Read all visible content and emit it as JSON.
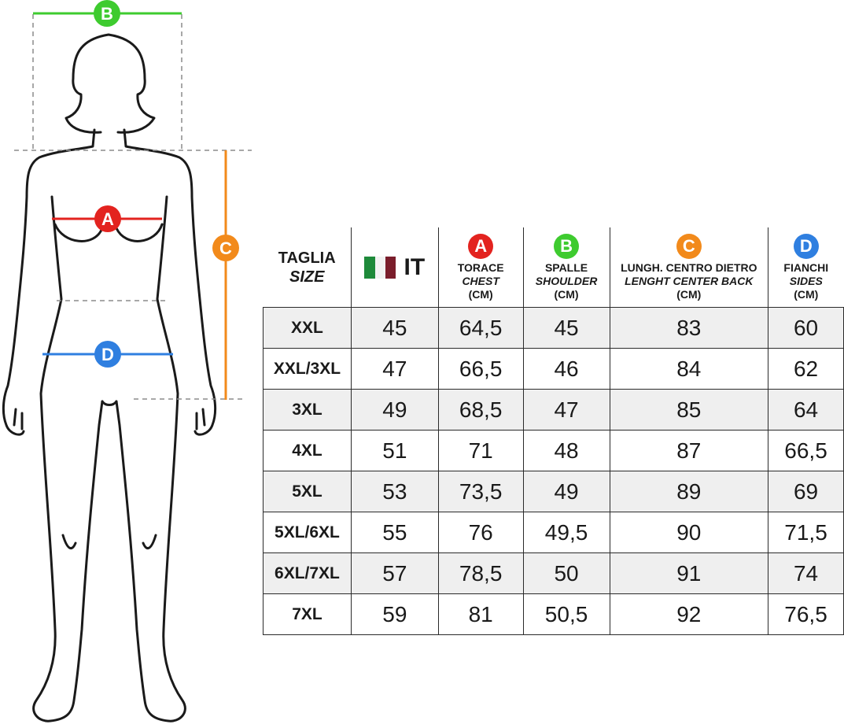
{
  "colors": {
    "a": "#e3231f",
    "b": "#3ecb2f",
    "c": "#f28a1b",
    "d": "#2f7fe0",
    "flag_green": "#1e8a3a",
    "flag_white": "#f2f2f2",
    "flag_red": "#7a1d2b"
  },
  "figure": {
    "marker_a": "A",
    "marker_b": "B",
    "marker_c": "C",
    "marker_d": "D"
  },
  "table": {
    "header": {
      "size": {
        "main": "TAGLIA",
        "sub": "SIZE"
      },
      "it": {
        "label": "IT",
        "icon": "italy-flag-icon"
      },
      "chest": {
        "badge": "A",
        "main": "TORACE",
        "sub": "CHEST",
        "unit": "(CM)"
      },
      "shoulder": {
        "badge": "B",
        "main": "SPALLE",
        "sub": "SHOULDER",
        "unit": "(CM)"
      },
      "length": {
        "badge": "C",
        "main": "LUNGH. CENTRO DIETRO",
        "sub": "LENGHT CENTER BACK",
        "unit": "(CM)"
      },
      "sides": {
        "badge": "D",
        "main": "FIANCHI",
        "sub": "SIDES",
        "unit": "(CM)"
      }
    },
    "rows": [
      [
        "XXL",
        "45",
        "64,5",
        "45",
        "83",
        "60"
      ],
      [
        "XXL/3XL",
        "47",
        "66,5",
        "46",
        "84",
        "62"
      ],
      [
        "3XL",
        "49",
        "68,5",
        "47",
        "85",
        "64"
      ],
      [
        "4XL",
        "51",
        "71",
        "48",
        "87",
        "66,5"
      ],
      [
        "5XL",
        "53",
        "73,5",
        "49",
        "89",
        "69"
      ],
      [
        "5XL/6XL",
        "55",
        "76",
        "49,5",
        "90",
        "71,5"
      ],
      [
        "6XL/7XL",
        "57",
        "78,5",
        "50",
        "91",
        "74"
      ],
      [
        "7XL",
        "59",
        "81",
        "50,5",
        "92",
        "76,5"
      ]
    ]
  }
}
